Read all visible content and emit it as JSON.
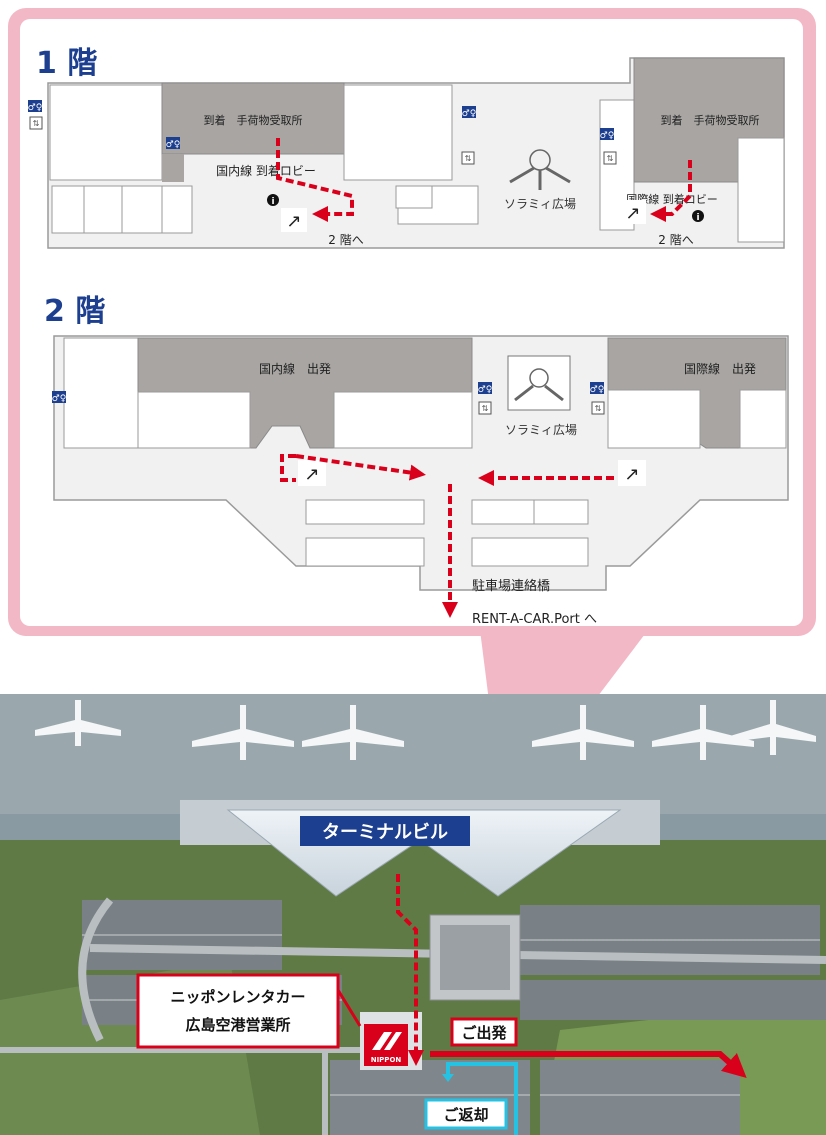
{
  "floor1": {
    "heading": "1 階",
    "domestic_baggage": "到着　手荷物受取所",
    "domestic_lobby": "国内線 到着ロビー",
    "international_baggage": "到着　手荷物受取所",
    "international_lobby": "国際線 到着ロビー",
    "plaza": "ソラミィ広場",
    "to_2f_left": "2 階へ",
    "to_2f_right": "2 階へ"
  },
  "floor2": {
    "heading": "2 階",
    "domestic_departure": "国内線　出発",
    "international_departure": "国際線　出発",
    "plaza": "ソラミィ広場",
    "bridge": "駐車場連絡橋",
    "rentacar_port": "RENT-A-CAR.Port へ"
  },
  "aerial": {
    "terminal": "ターミナルビル",
    "office_line1": "ニッポンレンタカー",
    "office_line2": "広島空港営業所",
    "departure": "ご出発",
    "return": "ご返却",
    "logo_text": "NIPPON"
  },
  "colors": {
    "callout_border": "#f2b8c6",
    "route_red": "#d9001b",
    "return_cyan": "#25c2e3",
    "heading_blue": "#1d3f8f",
    "terminal_label_bg": "#1d3f8f",
    "building_gray": "#a8a5a3",
    "floor_light": "#f1f1f1"
  },
  "icons": [
    "restroom-icon",
    "elevator-icon",
    "escalator-icon",
    "info-icon",
    "rental-logo-icon"
  ]
}
